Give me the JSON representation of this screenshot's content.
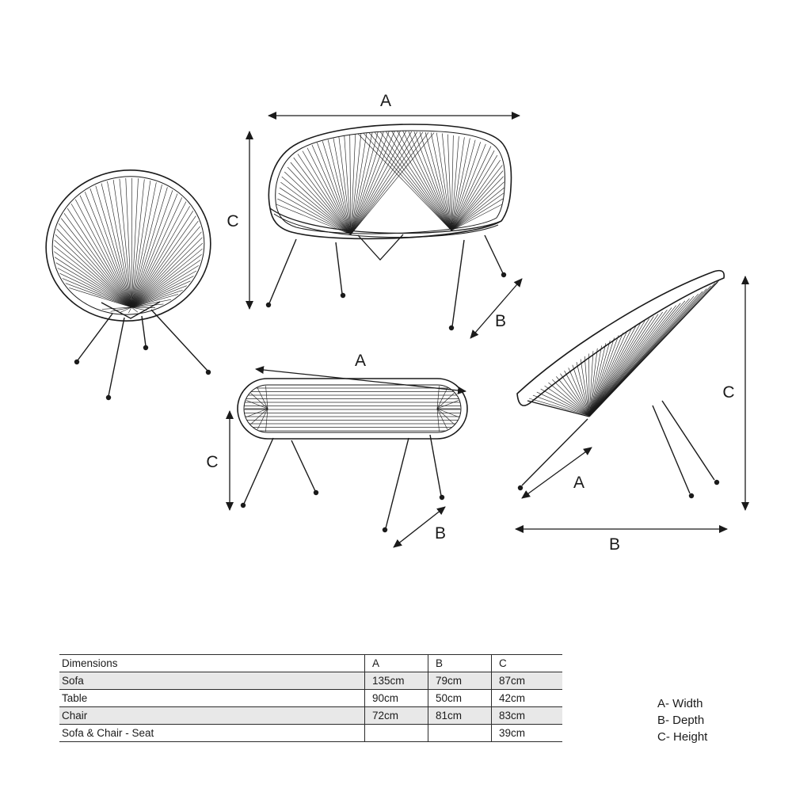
{
  "diagram": {
    "sofa": {
      "width": "A",
      "height": "C",
      "depth": "B"
    },
    "table": {
      "width": "A",
      "height": "C",
      "depth": "B"
    },
    "side_chair": {
      "width": "A",
      "height": "C",
      "depth": "B"
    }
  },
  "table": {
    "header": {
      "label": "Dimensions",
      "a": "A",
      "b": "B",
      "c": "C"
    },
    "rows": [
      {
        "label": "Sofa",
        "a": "135cm",
        "b": "79cm",
        "c": "87cm"
      },
      {
        "label": "Table",
        "a": "90cm",
        "b": "50cm",
        "c": "42cm"
      },
      {
        "label": "Chair",
        "a": "72cm",
        "b": "81cm",
        "c": "83cm"
      },
      {
        "label": "Sofa & Chair - Seat",
        "a": "",
        "b": "",
        "c": "39cm"
      }
    ]
  },
  "legend": {
    "items": [
      "A- Width",
      "B- Depth",
      "C- Height"
    ]
  },
  "colors": {
    "ink": "#1a1a1a",
    "row_shade": "#e8e8e8"
  }
}
